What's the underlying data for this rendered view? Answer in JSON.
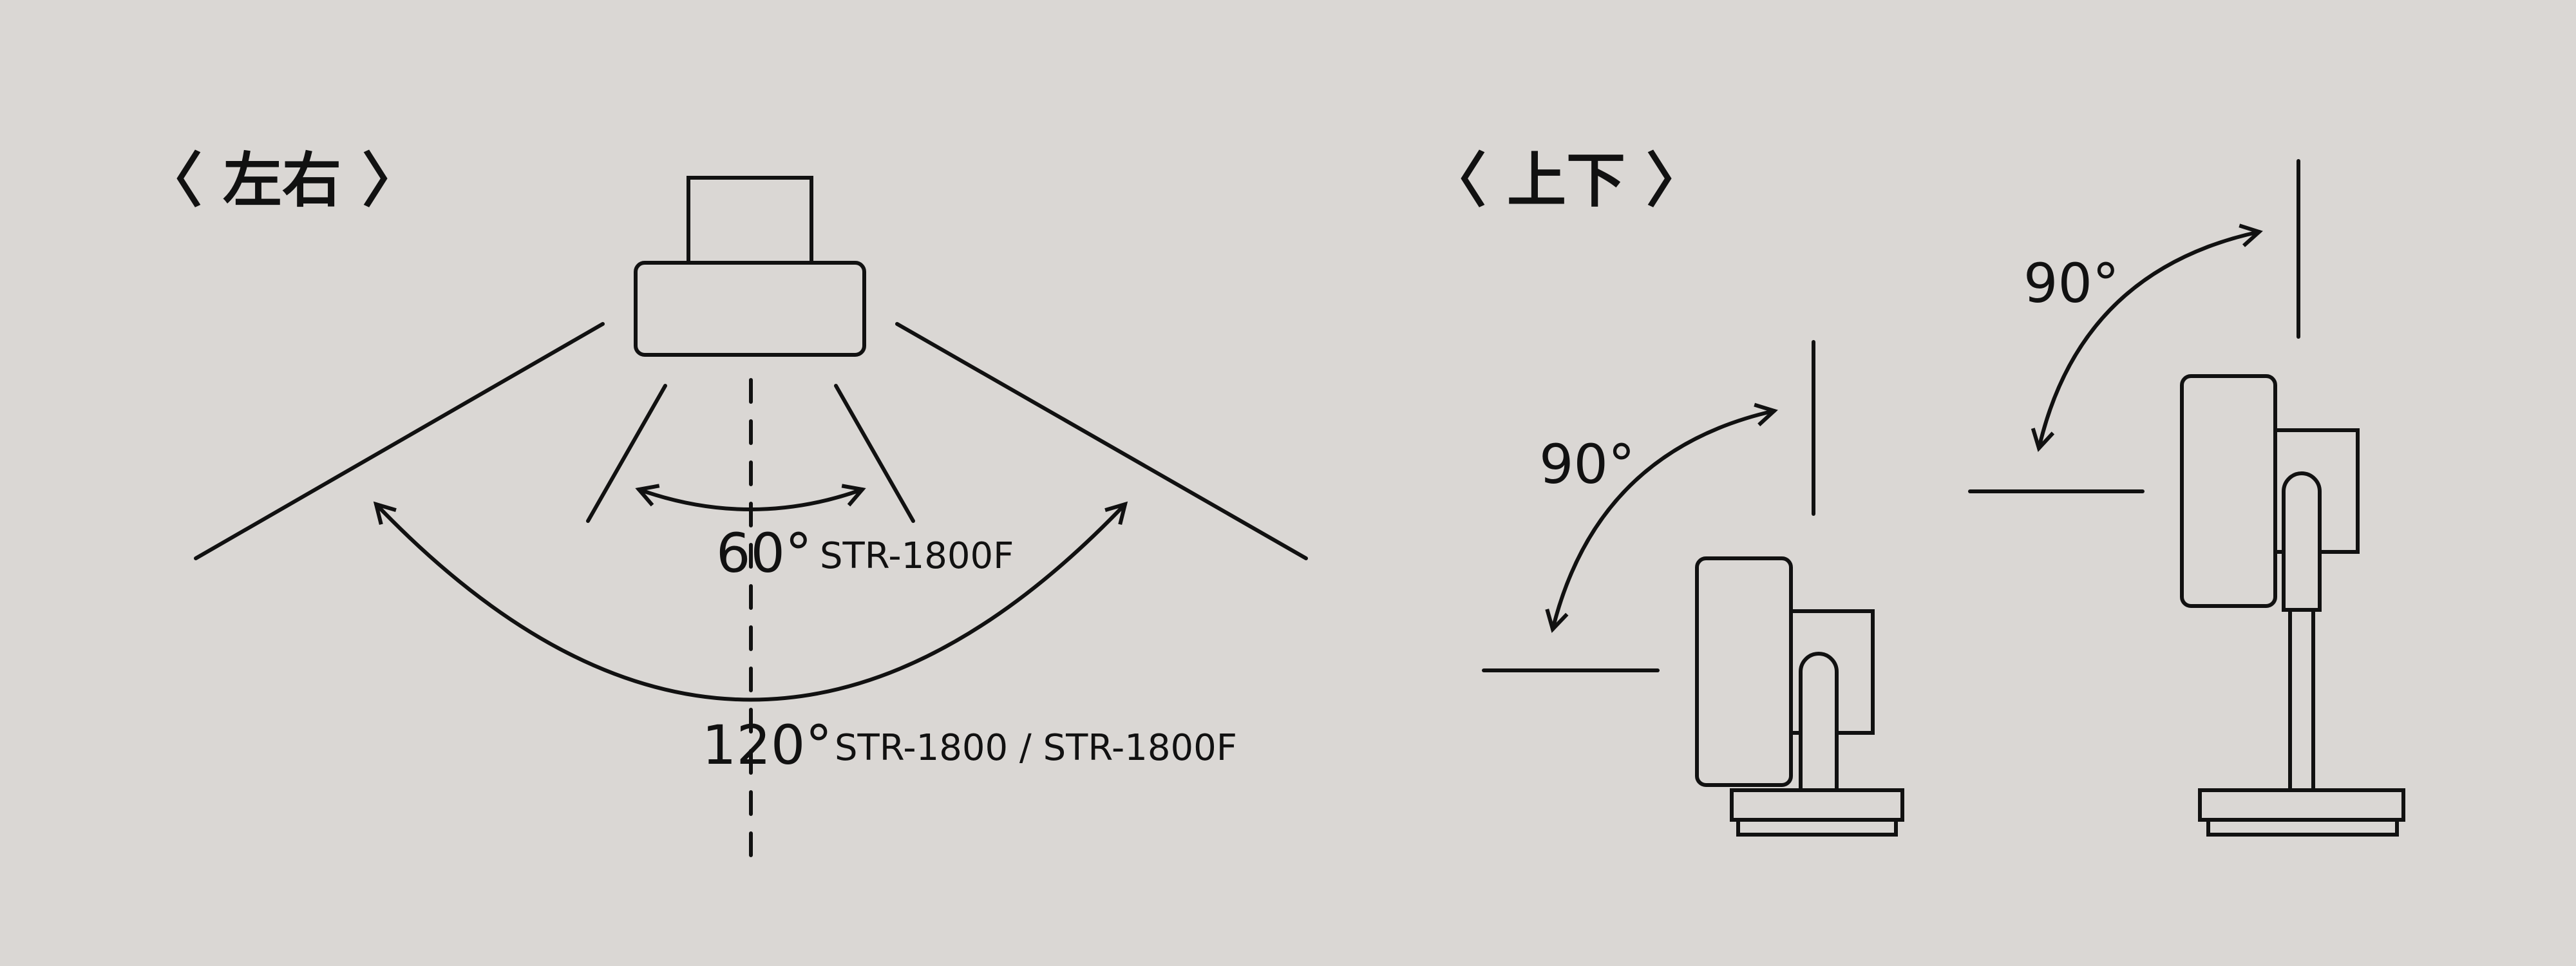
{
  "left_panel": {
    "title": "〈 左右 〉",
    "inner_angle": "60°",
    "inner_models": "STR-1800F",
    "outer_angle": "120°",
    "outer_models": "STR-1800 / STR-1800F"
  },
  "right_panel": {
    "title": "〈 上下 〉",
    "fan_low_angle": "90°",
    "fan_high_angle": "90°"
  },
  "colors": {
    "background": "#dad7d4",
    "line": "#111111"
  }
}
